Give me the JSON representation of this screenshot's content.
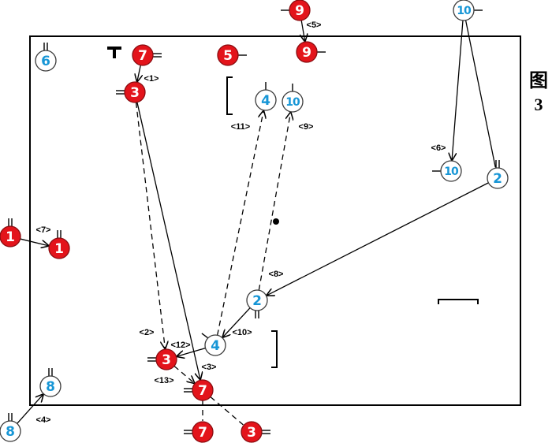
{
  "figure": {
    "title_char": "图",
    "title_number": "3"
  },
  "colors": {
    "offense_fill": "#e3141b",
    "defense_text": "#1796d6",
    "line": "#000000"
  },
  "players": [
    {
      "id": "p6",
      "label": "6",
      "team": "defense",
      "marks": "double-top"
    },
    {
      "id": "p7a",
      "label": "7",
      "team": "offense",
      "marks": "double-right"
    },
    {
      "id": "p5",
      "label": "5",
      "team": "offense",
      "marks": "single-right"
    },
    {
      "id": "p9a",
      "label": "9",
      "team": "offense",
      "marks": "single-left"
    },
    {
      "id": "p9b",
      "label": "9",
      "team": "offense",
      "marks": "single-right"
    },
    {
      "id": "p10a",
      "label": "10",
      "team": "defense",
      "marks": "single-right"
    },
    {
      "id": "p3a",
      "label": "3",
      "team": "offense",
      "marks": "double-left"
    },
    {
      "id": "p4a",
      "label": "4",
      "team": "defense",
      "marks": "single-top"
    },
    {
      "id": "p10b",
      "label": "10",
      "team": "defense",
      "marks": "single-top"
    },
    {
      "id": "p10c",
      "label": "10",
      "team": "defense",
      "marks": "single-left"
    },
    {
      "id": "p2a",
      "label": "2",
      "team": "defense",
      "marks": "double-top"
    },
    {
      "id": "p1a",
      "label": "1",
      "team": "offense",
      "marks": "double-top"
    },
    {
      "id": "p1b",
      "label": "1",
      "team": "offense",
      "marks": "double-top"
    },
    {
      "id": "p2b",
      "label": "2",
      "team": "defense",
      "marks": "double-bottom"
    },
    {
      "id": "p4b",
      "label": "4",
      "team": "defense",
      "marks": "single-topleft"
    },
    {
      "id": "p3b",
      "label": "3",
      "team": "offense",
      "marks": "double-left"
    },
    {
      "id": "p7b",
      "label": "7",
      "team": "offense",
      "marks": "double-left"
    },
    {
      "id": "p8a",
      "label": "8",
      "team": "defense",
      "marks": "double-top"
    },
    {
      "id": "p8b",
      "label": "8",
      "team": "defense",
      "marks": "double-top"
    },
    {
      "id": "p7c",
      "label": "7",
      "team": "offense",
      "marks": "double-left"
    },
    {
      "id": "p3c",
      "label": "3",
      "team": "offense",
      "marks": "double-right"
    }
  ],
  "moves": [
    {
      "from": "p7a",
      "to": "p3a",
      "style": "solid",
      "arrow": true,
      "label": "<1>"
    },
    {
      "from": "p3a",
      "to": "p3b",
      "style": "dashed",
      "arrow": true,
      "label": "<2>"
    },
    {
      "from": "p3a",
      "to": "p7b",
      "style": "solid",
      "arrow": true,
      "label": "<3>"
    },
    {
      "from": "p8b",
      "to": "p8a",
      "style": "solid",
      "arrow": true,
      "label": "<4>"
    },
    {
      "from": "p9a",
      "to": "p9b",
      "style": "solid",
      "arrow": true,
      "label": "<5>"
    },
    {
      "from": "p10a",
      "to": "p10c",
      "style": "solid",
      "arrow": true,
      "label": "<6>"
    },
    {
      "from": "p1a",
      "to": "p1b",
      "style": "solid",
      "arrow": true,
      "label": "<7>"
    },
    {
      "from": "p2a",
      "to": "p2b",
      "style": "solid",
      "arrow": true,
      "label": "<8>"
    },
    {
      "from": "p2b",
      "to": "p10b",
      "style": "dashed",
      "arrow": true,
      "label": "<9>"
    },
    {
      "from": "p2b",
      "to": "p4b",
      "style": "solid",
      "arrow": true,
      "label": "<10>"
    },
    {
      "from": "p4b",
      "to": "p4a",
      "style": "dashed",
      "arrow": true,
      "label": "<11>"
    },
    {
      "from": "p4b",
      "to": "p3b",
      "style": "solid",
      "arrow": true,
      "label": "<12>"
    },
    {
      "from": "p3b",
      "to": "p7b",
      "style": "dashed",
      "arrow": true,
      "label": "<13>"
    },
    {
      "from": "p10a",
      "to": "p2a",
      "style": "solid",
      "arrow": false,
      "label": ""
    },
    {
      "from": "p7b",
      "to": "p7c",
      "style": "dashed",
      "arrow": false,
      "label": ""
    },
    {
      "from": "p7b",
      "to": "p3c",
      "style": "dashed",
      "arrow": false,
      "label": ""
    }
  ]
}
